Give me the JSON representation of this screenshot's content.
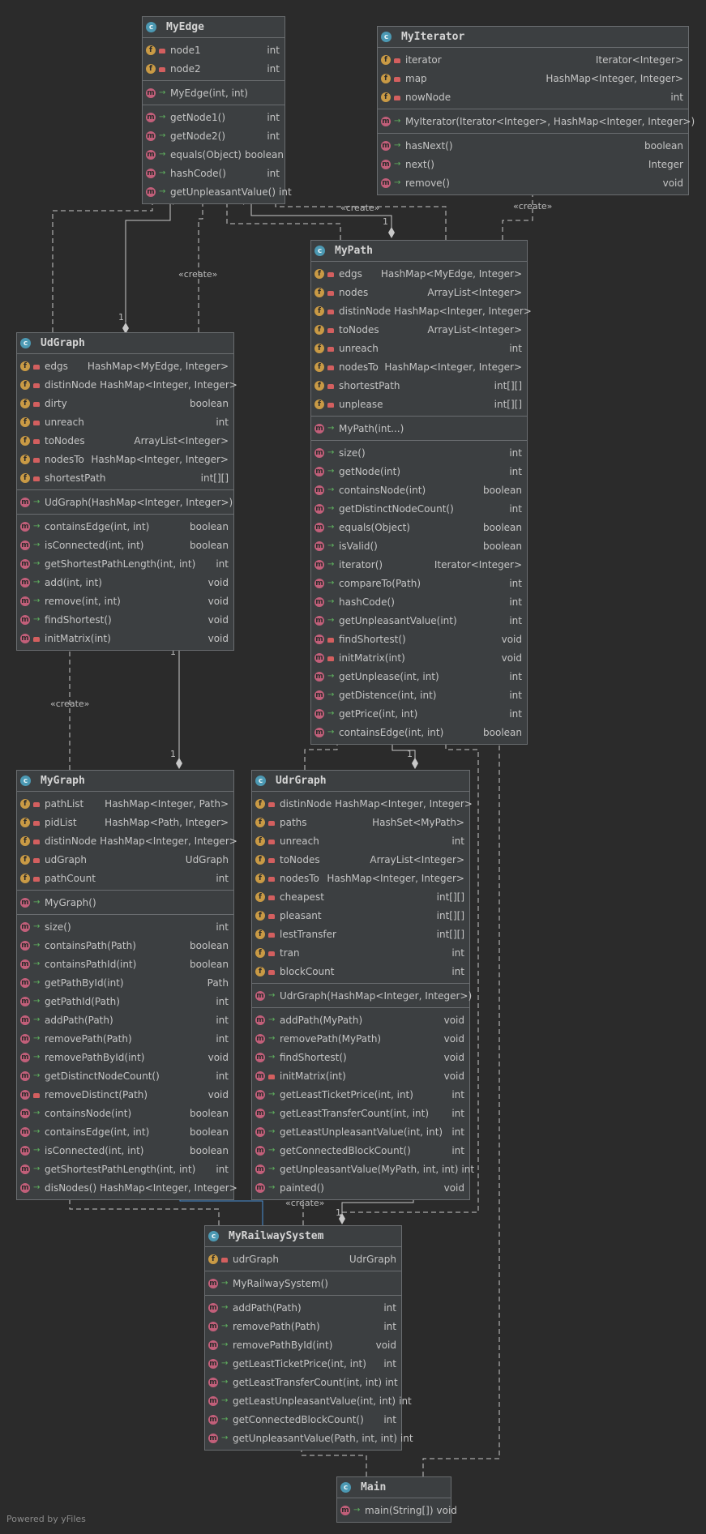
{
  "colors": {
    "background": "#2b2b2b",
    "box": "#3c3f41",
    "border": "#6a6d70",
    "field_icon": "#c99a45",
    "method_icon": "#c25f7a",
    "class_icon": "#4c99b3",
    "accent_arrow": "#4a8fd4"
  },
  "classes": [
    {
      "id": "MyEdge",
      "name": "MyEdge",
      "fields": [
        {
          "name": "node1",
          "type": "int",
          "vis": "private"
        },
        {
          "name": "node2",
          "type": "int",
          "vis": "private"
        }
      ],
      "constructors": [
        {
          "name": "MyEdge(int, int)",
          "type": "",
          "vis": "public"
        }
      ],
      "methods": [
        {
          "name": "getNode1()",
          "type": "int",
          "vis": "public"
        },
        {
          "name": "getNode2()",
          "type": "int",
          "vis": "public"
        },
        {
          "name": "equals(Object)",
          "type": "boolean",
          "vis": "public"
        },
        {
          "name": "hashCode()",
          "type": "int",
          "vis": "public"
        },
        {
          "name": "getUnpleasantValue()",
          "type": "int",
          "vis": "public"
        }
      ]
    },
    {
      "id": "MyIterator",
      "name": "MyIterator",
      "fields": [
        {
          "name": "iterator",
          "type": "Iterator<Integer>",
          "vis": "private"
        },
        {
          "name": "map",
          "type": "HashMap<Integer, Integer>",
          "vis": "private"
        },
        {
          "name": "nowNode",
          "type": "int",
          "vis": "private"
        }
      ],
      "constructors": [
        {
          "name": "MyIterator(Iterator<Integer>, HashMap<Integer, Integer>)",
          "type": "",
          "vis": "public"
        }
      ],
      "methods": [
        {
          "name": "hasNext()",
          "type": "boolean",
          "vis": "public"
        },
        {
          "name": "next()",
          "type": "Integer",
          "vis": "public"
        },
        {
          "name": "remove()",
          "type": "void",
          "vis": "public"
        }
      ]
    },
    {
      "id": "MyPath",
      "name": "MyPath",
      "fields": [
        {
          "name": "edgs",
          "type": "HashMap<MyEdge, Integer>",
          "vis": "private"
        },
        {
          "name": "nodes",
          "type": "ArrayList<Integer>",
          "vis": "private"
        },
        {
          "name": "distinNode",
          "type": "HashMap<Integer, Integer>",
          "vis": "private"
        },
        {
          "name": "toNodes",
          "type": "ArrayList<Integer>",
          "vis": "private"
        },
        {
          "name": "unreach",
          "type": "int",
          "vis": "private"
        },
        {
          "name": "nodesTo",
          "type": "HashMap<Integer, Integer>",
          "vis": "private"
        },
        {
          "name": "shortestPath",
          "type": "int[][]",
          "vis": "private"
        },
        {
          "name": "unplease",
          "type": "int[][]",
          "vis": "private"
        }
      ],
      "constructors": [
        {
          "name": "MyPath(int...)",
          "type": "",
          "vis": "public"
        }
      ],
      "methods": [
        {
          "name": "size()",
          "type": "int",
          "vis": "public"
        },
        {
          "name": "getNode(int)",
          "type": "int",
          "vis": "public"
        },
        {
          "name": "containsNode(int)",
          "type": "boolean",
          "vis": "public"
        },
        {
          "name": "getDistinctNodeCount()",
          "type": "int",
          "vis": "public"
        },
        {
          "name": "equals(Object)",
          "type": "boolean",
          "vis": "public"
        },
        {
          "name": "isValid()",
          "type": "boolean",
          "vis": "public"
        },
        {
          "name": "iterator()",
          "type": "Iterator<Integer>",
          "vis": "public"
        },
        {
          "name": "compareTo(Path)",
          "type": "int",
          "vis": "public"
        },
        {
          "name": "hashCode()",
          "type": "int",
          "vis": "public"
        },
        {
          "name": "getUnpleasantValue(int)",
          "type": "int",
          "vis": "public"
        },
        {
          "name": "findShortest()",
          "type": "void",
          "vis": "private"
        },
        {
          "name": "initMatrix(int)",
          "type": "void",
          "vis": "private"
        },
        {
          "name": "getUnplease(int, int)",
          "type": "int",
          "vis": "public"
        },
        {
          "name": "getDistence(int, int)",
          "type": "int",
          "vis": "public"
        },
        {
          "name": "getPrice(int, int)",
          "type": "int",
          "vis": "public"
        },
        {
          "name": "containsEdge(int, int)",
          "type": "boolean",
          "vis": "public"
        }
      ]
    },
    {
      "id": "UdGraph",
      "name": "UdGraph",
      "fields": [
        {
          "name": "edgs",
          "type": "HashMap<MyEdge, Integer>",
          "vis": "private"
        },
        {
          "name": "distinNode",
          "type": "HashMap<Integer, Integer>",
          "vis": "private"
        },
        {
          "name": "dirty",
          "type": "boolean",
          "vis": "private"
        },
        {
          "name": "unreach",
          "type": "int",
          "vis": "private"
        },
        {
          "name": "toNodes",
          "type": "ArrayList<Integer>",
          "vis": "private"
        },
        {
          "name": "nodesTo",
          "type": "HashMap<Integer, Integer>",
          "vis": "private"
        },
        {
          "name": "shortestPath",
          "type": "int[][]",
          "vis": "private"
        }
      ],
      "constructors": [
        {
          "name": "UdGraph(HashMap<Integer, Integer>)",
          "type": "",
          "vis": "public"
        }
      ],
      "methods": [
        {
          "name": "containsEdge(int, int)",
          "type": "boolean",
          "vis": "public"
        },
        {
          "name": "isConnected(int, int)",
          "type": "boolean",
          "vis": "public"
        },
        {
          "name": "getShortestPathLength(int, int)",
          "type": "int",
          "vis": "public"
        },
        {
          "name": "add(int, int)",
          "type": "void",
          "vis": "public"
        },
        {
          "name": "remove(int, int)",
          "type": "void",
          "vis": "public"
        },
        {
          "name": "findShortest()",
          "type": "void",
          "vis": "public"
        },
        {
          "name": "initMatrix(int)",
          "type": "void",
          "vis": "private"
        }
      ]
    },
    {
      "id": "MyGraph",
      "name": "MyGraph",
      "fields": [
        {
          "name": "pathList",
          "type": "HashMap<Integer, Path>",
          "vis": "private"
        },
        {
          "name": "pidList",
          "type": "HashMap<Path, Integer>",
          "vis": "private"
        },
        {
          "name": "distinNode",
          "type": "HashMap<Integer, Integer>",
          "vis": "private"
        },
        {
          "name": "udGraph",
          "type": "UdGraph",
          "vis": "private"
        },
        {
          "name": "pathCount",
          "type": "int",
          "vis": "private"
        }
      ],
      "constructors": [
        {
          "name": "MyGraph()",
          "type": "",
          "vis": "public"
        }
      ],
      "methods": [
        {
          "name": "size()",
          "type": "int",
          "vis": "public"
        },
        {
          "name": "containsPath(Path)",
          "type": "boolean",
          "vis": "public"
        },
        {
          "name": "containsPathId(int)",
          "type": "boolean",
          "vis": "public"
        },
        {
          "name": "getPathById(int)",
          "type": "Path",
          "vis": "public"
        },
        {
          "name": "getPathId(Path)",
          "type": "int",
          "vis": "public"
        },
        {
          "name": "addPath(Path)",
          "type": "int",
          "vis": "public"
        },
        {
          "name": "removePath(Path)",
          "type": "int",
          "vis": "public"
        },
        {
          "name": "removePathById(int)",
          "type": "void",
          "vis": "public"
        },
        {
          "name": "getDistinctNodeCount()",
          "type": "int",
          "vis": "public"
        },
        {
          "name": "removeDistinct(Path)",
          "type": "void",
          "vis": "private"
        },
        {
          "name": "containsNode(int)",
          "type": "boolean",
          "vis": "public"
        },
        {
          "name": "containsEdge(int, int)",
          "type": "boolean",
          "vis": "public"
        },
        {
          "name": "isConnected(int, int)",
          "type": "boolean",
          "vis": "public"
        },
        {
          "name": "getShortestPathLength(int, int)",
          "type": "int",
          "vis": "public"
        },
        {
          "name": "disNodes()",
          "type": "HashMap<Integer, Integer>",
          "vis": "public"
        }
      ]
    },
    {
      "id": "UdrGraph",
      "name": "UdrGraph",
      "fields": [
        {
          "name": "distinNode",
          "type": "HashMap<Integer, Integer>",
          "vis": "private"
        },
        {
          "name": "paths",
          "type": "HashSet<MyPath>",
          "vis": "private"
        },
        {
          "name": "unreach",
          "type": "int",
          "vis": "private"
        },
        {
          "name": "toNodes",
          "type": "ArrayList<Integer>",
          "vis": "private"
        },
        {
          "name": "nodesTo",
          "type": "HashMap<Integer, Integer>",
          "vis": "private"
        },
        {
          "name": "cheapest",
          "type": "int[][]",
          "vis": "private"
        },
        {
          "name": "pleasant",
          "type": "int[][]",
          "vis": "private"
        },
        {
          "name": "lestTransfer",
          "type": "int[][]",
          "vis": "private"
        },
        {
          "name": "tran",
          "type": "int",
          "vis": "private"
        },
        {
          "name": "blockCount",
          "type": "int",
          "vis": "private"
        }
      ],
      "constructors": [
        {
          "name": "UdrGraph(HashMap<Integer, Integer>)",
          "type": "",
          "vis": "public"
        }
      ],
      "methods": [
        {
          "name": "addPath(MyPath)",
          "type": "void",
          "vis": "public"
        },
        {
          "name": "removePath(MyPath)",
          "type": "void",
          "vis": "public"
        },
        {
          "name": "findShortest()",
          "type": "void",
          "vis": "public"
        },
        {
          "name": "initMatrix(int)",
          "type": "void",
          "vis": "private"
        },
        {
          "name": "getLeastTicketPrice(int, int)",
          "type": "int",
          "vis": "public"
        },
        {
          "name": "getLeastTransferCount(int, int)",
          "type": "int",
          "vis": "public"
        },
        {
          "name": "getLeastUnpleasantValue(int, int)",
          "type": "int",
          "vis": "public"
        },
        {
          "name": "getConnectedBlockCount()",
          "type": "int",
          "vis": "public"
        },
        {
          "name": "getUnpleasantValue(MyPath, int, int)",
          "type": "int",
          "vis": "public"
        },
        {
          "name": "painted()",
          "type": "void",
          "vis": "public"
        }
      ]
    },
    {
      "id": "MyRailwaySystem",
      "name": "MyRailwaySystem",
      "fields": [
        {
          "name": "udrGraph",
          "type": "UdrGraph",
          "vis": "private"
        }
      ],
      "constructors": [
        {
          "name": "MyRailwaySystem()",
          "type": "",
          "vis": "public"
        }
      ],
      "methods": [
        {
          "name": "addPath(Path)",
          "type": "int",
          "vis": "public"
        },
        {
          "name": "removePath(Path)",
          "type": "int",
          "vis": "public"
        },
        {
          "name": "removePathById(int)",
          "type": "void",
          "vis": "public"
        },
        {
          "name": "getLeastTicketPrice(int, int)",
          "type": "int",
          "vis": "public"
        },
        {
          "name": "getLeastTransferCount(int, int)",
          "type": "int",
          "vis": "public"
        },
        {
          "name": "getLeastUnpleasantValue(int, int)",
          "type": "int",
          "vis": "public"
        },
        {
          "name": "getConnectedBlockCount()",
          "type": "int",
          "vis": "public"
        },
        {
          "name": "getUnpleasantValue(Path, int, int)",
          "type": "int",
          "vis": "public"
        }
      ]
    },
    {
      "id": "Main",
      "name": "Main",
      "fields": [],
      "constructors": [],
      "methods": [
        {
          "name": "main(String[])",
          "type": "void",
          "vis": "public"
        }
      ]
    }
  ],
  "edge_labels": [
    "«create»",
    "«create»",
    "«create»",
    "«create»",
    "«create»",
    "*",
    "1",
    "*",
    "1",
    "1",
    "1",
    "*",
    "1",
    "1"
  ],
  "footer": "Powered by yFiles"
}
